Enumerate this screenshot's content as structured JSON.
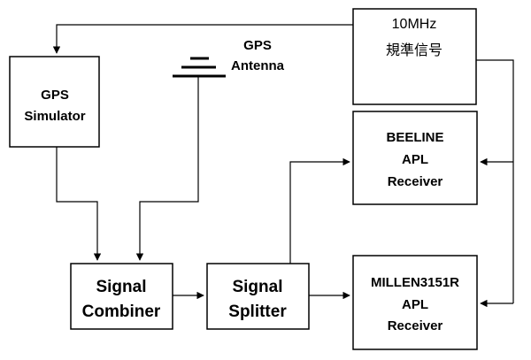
{
  "blocks": {
    "gps_simulator": {
      "lines": [
        "GPS",
        "Simulator"
      ]
    },
    "gps_antenna": {
      "lines": [
        "GPS",
        "Antenna"
      ]
    },
    "reference": {
      "lines": [
        "10MHz",
        "規準信号"
      ]
    },
    "beeline_receiver": {
      "lines": [
        "BEELINE",
        "APL",
        "Receiver"
      ]
    },
    "signal_combiner": {
      "lines": [
        "Signal",
        "Combiner"
      ]
    },
    "signal_splitter": {
      "lines": [
        "Signal",
        "Splitter"
      ]
    },
    "millen_receiver": {
      "lines": [
        "MILLEN3151R",
        "APL",
        "Receiver"
      ]
    }
  },
  "colors": {
    "stroke": "#000000",
    "background": "#ffffff"
  }
}
